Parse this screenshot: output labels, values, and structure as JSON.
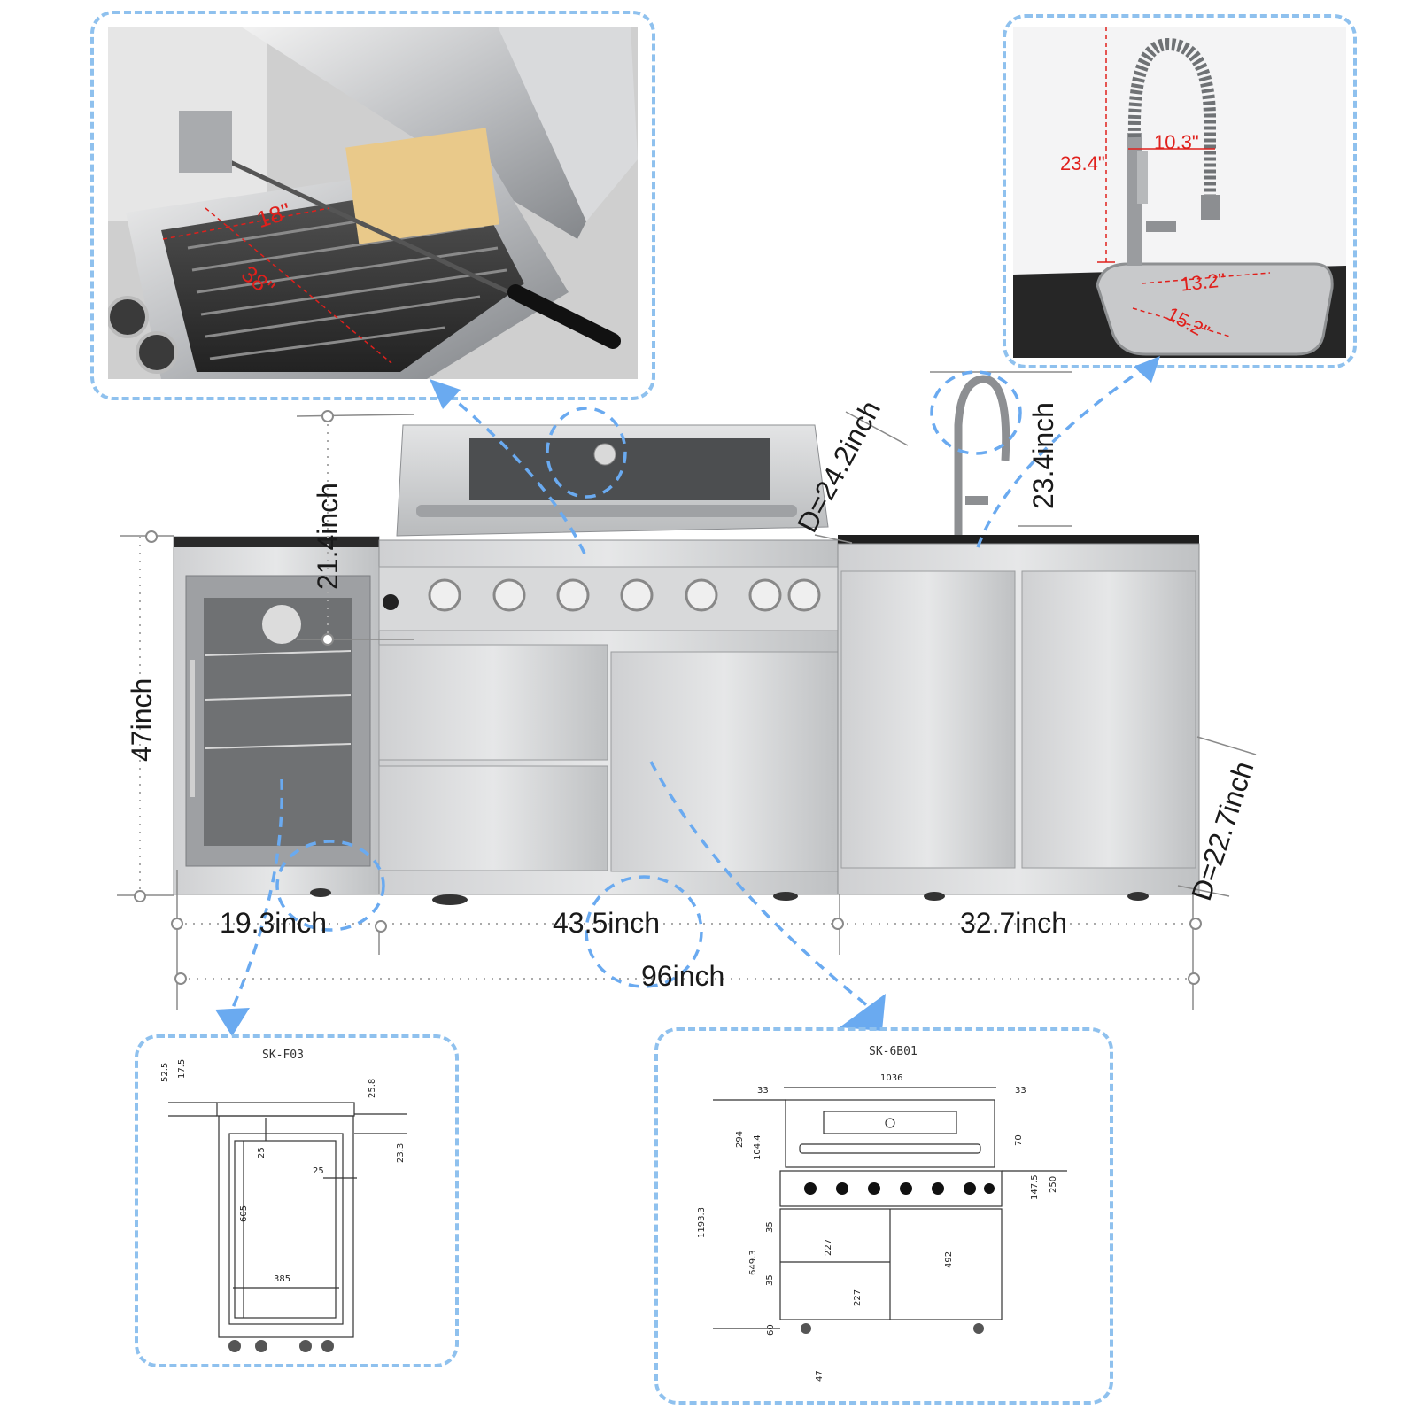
{
  "colors": {
    "callout": "#8fc1ee",
    "arrow": "#6aaaf0",
    "red_dim": "#e0201c",
    "steel": "#c9cacc"
  },
  "grill_photo": {
    "dims": {
      "width": "18\"",
      "length": "38\""
    }
  },
  "faucet_photo": {
    "dims": {
      "height": "23.4\"",
      "reach": "10.3\"",
      "sink_w": "13.2\"",
      "sink_d": "15.2\""
    }
  },
  "main_dims": {
    "grill_depth": "D=24.2inch",
    "faucet_height": "23.4inch",
    "hood_height": "21.4inch",
    "total_height": "47inch",
    "sink_depth": "D=22.7inch",
    "fridge_width": "19.3inch",
    "grill_width": "43.5inch",
    "sink_width": "32.7inch",
    "total_width": "96inch"
  },
  "fridge_drawing": {
    "model": "SK-F03",
    "dims": [
      "52.5",
      "17.5",
      "25.8",
      "23.3",
      "25",
      "25",
      "605",
      "385"
    ]
  },
  "grill_drawing": {
    "model": "SK-6B01",
    "dims": {
      "top_left": "33",
      "top_width": "1036",
      "top_right": "33",
      "hood": "294",
      "hood_inner": "104.4",
      "handle": "70",
      "panel": "147.5",
      "panel_total": "250",
      "total_h": "1193.3",
      "cab_h": "649.3",
      "drawer_gap1": "35",
      "drawer_gap2": "35",
      "drawer1": "227",
      "drawer2": "227",
      "door": "492",
      "base": "60",
      "foot": "47"
    }
  }
}
